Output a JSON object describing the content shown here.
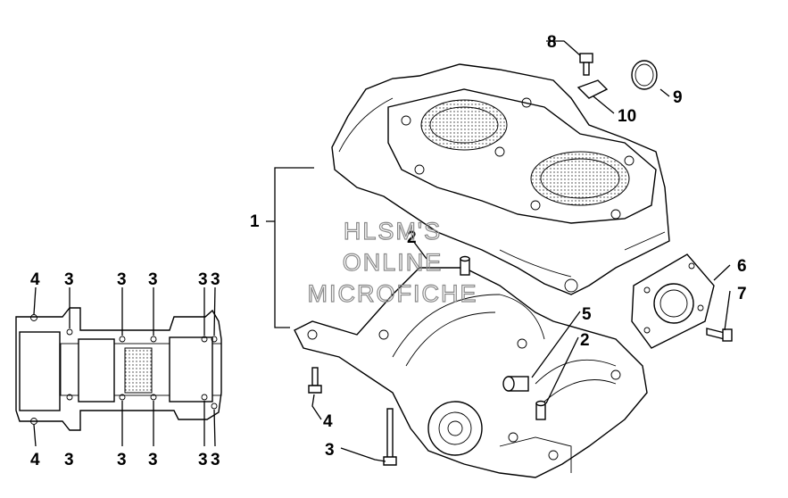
{
  "diagram": {
    "callouts": {
      "c1": "1",
      "c2a": "2",
      "c2b": "2",
      "c3": "3",
      "c4": "4",
      "c5": "5",
      "c6": "6",
      "c7": "7",
      "c8": "8",
      "c9": "9",
      "c10": "10"
    },
    "bottom_view_labels": {
      "top": [
        "4",
        "3",
        "3",
        "3",
        "3",
        "3"
      ],
      "bottom": [
        "4",
        "3",
        "3",
        "3",
        "3",
        "3"
      ]
    }
  },
  "watermark": {
    "line1": "HLSM'S",
    "line2": "ONLINE",
    "line3": "MICROFICHE"
  }
}
